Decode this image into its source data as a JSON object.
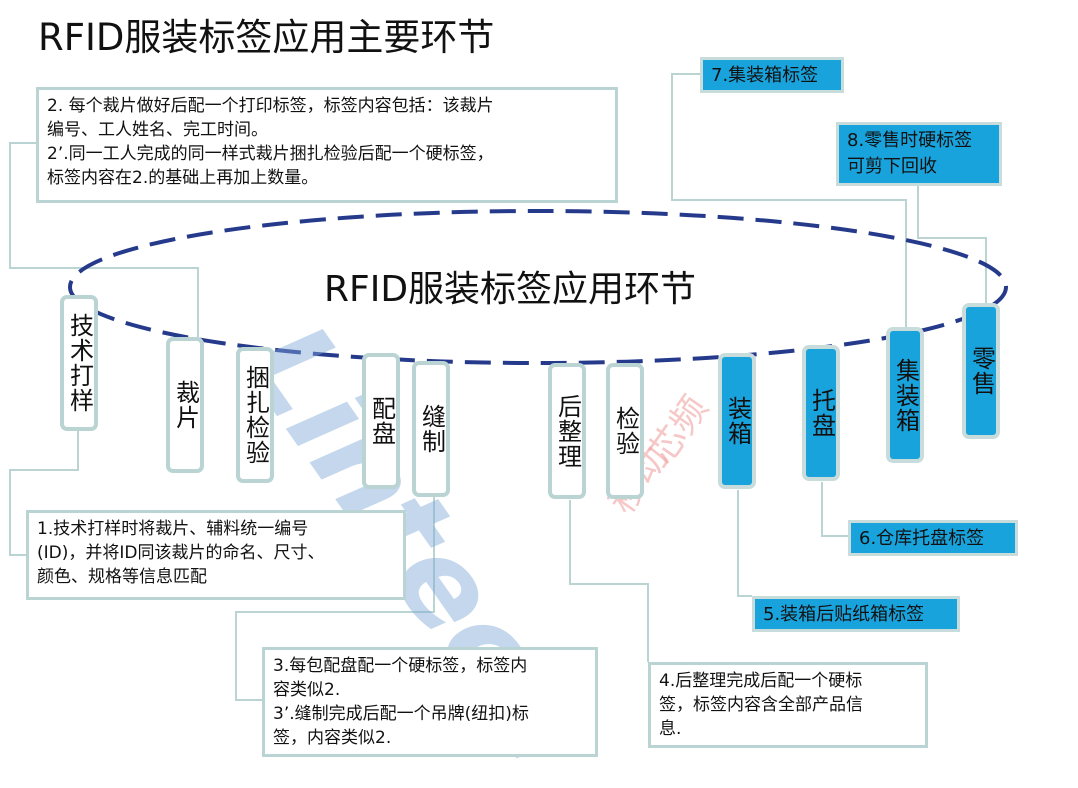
{
  "title": "RFID服装标签应用主要环节",
  "center_title": "RFID服装标签应用环节",
  "watermark": {
    "latin": "Lintech",
    "cn_top": "芯频",
    "cn_bottom": "移动"
  },
  "stages": [
    {
      "label": "技术打样",
      "style": "white"
    },
    {
      "label": "裁片",
      "style": "white"
    },
    {
      "label": "捆扎检验",
      "style": "white"
    },
    {
      "label": "配盘",
      "style": "white"
    },
    {
      "label": "缝制",
      "style": "white"
    },
    {
      "label": "后整理",
      "style": "white"
    },
    {
      "label": "检验",
      "style": "white"
    },
    {
      "label": "装箱",
      "style": "blue"
    },
    {
      "label": "托盘",
      "style": "blue"
    },
    {
      "label": "集装箱",
      "style": "blue"
    },
    {
      "label": "零售",
      "style": "blue"
    }
  ],
  "notes": {
    "n2": [
      "2. 每个裁片做好后配一个打印标签，标签内容包括：该裁片",
      "编号、工人姓名、完工时间。",
      "2’.同一工人完成的同一样式裁片捆扎检验后配一个硬标签，",
      "标签内容在2.的基础上再加上数量。"
    ],
    "n1": [
      "1.技术打样时将裁片、辅料统一编号",
      "(ID)，并将ID同该裁片的命名、尺寸、",
      "颜色、规格等信息匹配"
    ],
    "n3": [
      "3.每包配盘配一个硬标签，标签内",
      "容类似2.",
      "3’.缝制完成后配一个吊牌(纽扣)标",
      "签，内容类似2."
    ],
    "n4": [
      "4.后整理完成后配一个硬标",
      "签，标签内容含全部产品信",
      "息."
    ],
    "n5": "5.装箱后贴纸箱标签",
    "n6": "6.仓库托盘标签",
    "n7": "7.集装箱标签",
    "n8": [
      "8.零售时硬标签",
      "可剪下回收"
    ]
  },
  "colors": {
    "accent_blue": "#19a3dd",
    "frame": "#b9d4d3",
    "ellipse": "#263a8c"
  }
}
